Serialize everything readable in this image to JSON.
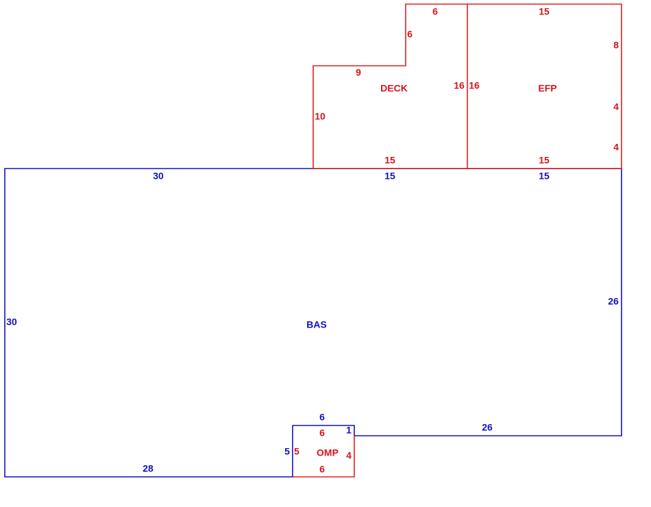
{
  "colors": {
    "bas": "#1010c0",
    "addition": "#e0201c"
  },
  "areas": {
    "bas": {
      "label": "BAS",
      "dims": {
        "top_left": "30",
        "top_mid": "15",
        "top_right": "15",
        "right": "26",
        "left": "30",
        "bottom_left": "28",
        "step_top": "6",
        "step_right": "1",
        "step_left": "5",
        "bottom_right": "26"
      }
    },
    "deck": {
      "label": "DECK",
      "dims": {
        "top": "6",
        "upper_side": "6",
        "ledge": "9",
        "left": "10",
        "right": "16",
        "bottom": "15"
      }
    },
    "efp": {
      "label": "EFP",
      "dims": {
        "top": "15",
        "left": "16",
        "right_upper": "8",
        "right_mid": "4",
        "right_lower": "4",
        "bottom": "15"
      }
    },
    "omp": {
      "label": "OMP",
      "dims": {
        "top": "6",
        "left": "5",
        "right": "4",
        "bottom": "6"
      }
    }
  }
}
